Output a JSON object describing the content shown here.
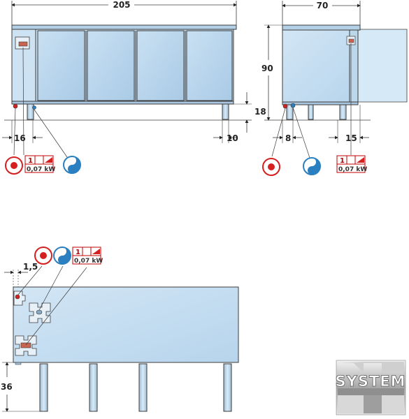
{
  "front_view": {
    "dim_width": "205",
    "dim_height_legs": "18",
    "dim_left_offset": "16",
    "dim_leg_right": "10"
  },
  "side_view": {
    "dim_depth": "70",
    "dim_height": "90",
    "dim_left_offset": "8",
    "dim_right_offset": "15"
  },
  "top_view": {
    "dim_offset": "1,5",
    "dim_leg_height": "36"
  },
  "power_label": {
    "phase": "1",
    "power": "0,07 kW"
  },
  "logo": {
    "text": "SYSTEM"
  },
  "colors": {
    "cabinet": "#c3dcef",
    "stroke": "#3c3c3c",
    "electric": "#d42020",
    "water": "#2a7fc0"
  },
  "icons": [
    "electric-connection-icon",
    "water-drain-icon",
    "power-rating-icon"
  ]
}
